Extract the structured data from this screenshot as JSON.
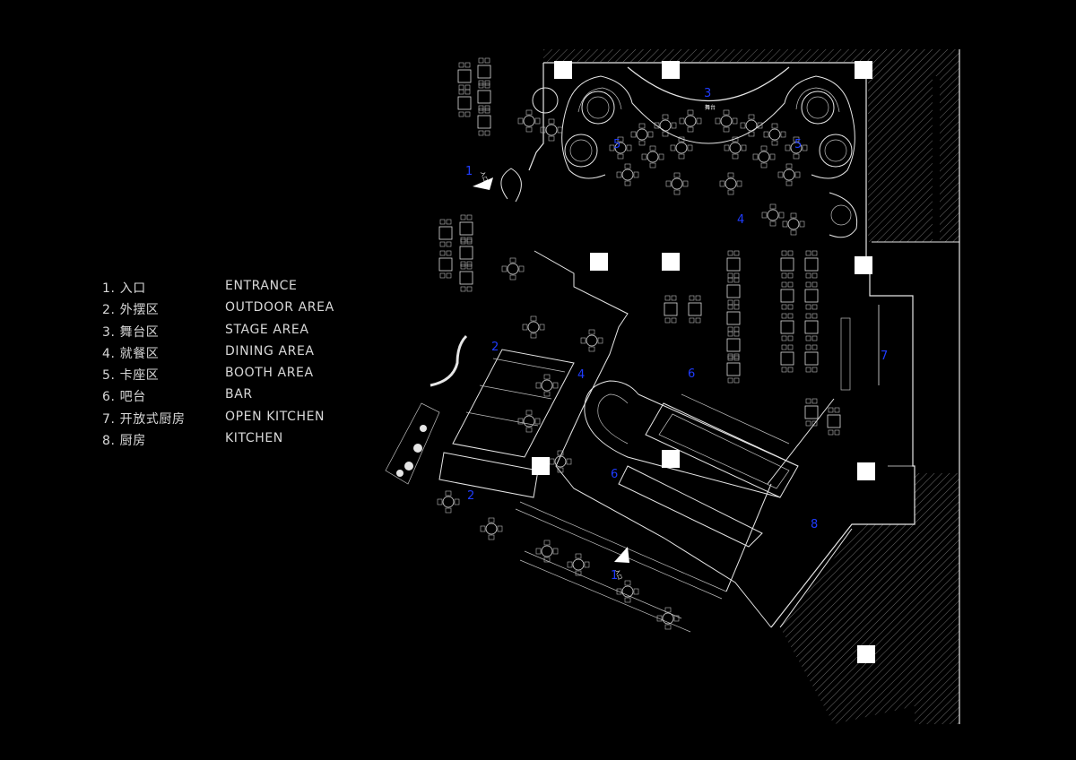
{
  "legend": [
    {
      "cn": "1. 入口",
      "en": "ENTRANCE"
    },
    {
      "cn": "2. 外摆区",
      "en": "OUTDOOR AREA"
    },
    {
      "cn": "3. 舞台区",
      "en": "STAGE AREA"
    },
    {
      "cn": "4. 就餐区",
      "en": "DINING AREA"
    },
    {
      "cn": "5. 卡座区",
      "en": "BOOTH AREA"
    },
    {
      "cn": "6. 吧台",
      "en": "BAR"
    },
    {
      "cn": "7. 开放式厨房",
      "en": "OPEN KITCHEN"
    },
    {
      "cn": "8. 厨房",
      "en": "KITCHEN"
    }
  ],
  "plan_labels": {
    "entrance_top": "1",
    "entrance_bottom": "1",
    "outdoor_left": "2",
    "outdoor_bottom": "2",
    "stage": "3",
    "dining_top": "4",
    "dining_left": "4",
    "booth_left": "5",
    "booth_right": "5",
    "bar_right": "6",
    "bar_left": "6",
    "open_kitchen": "7",
    "kitchen": "8",
    "stage_tag": "舞台",
    "entry_tag_top": "入口",
    "entry_tag_bottom": "入口"
  },
  "colors": {
    "background": "#000000",
    "lines": "#e6e6e6",
    "zone_numbers": "#1f3cff",
    "legend_text": "#d8d8d8"
  }
}
